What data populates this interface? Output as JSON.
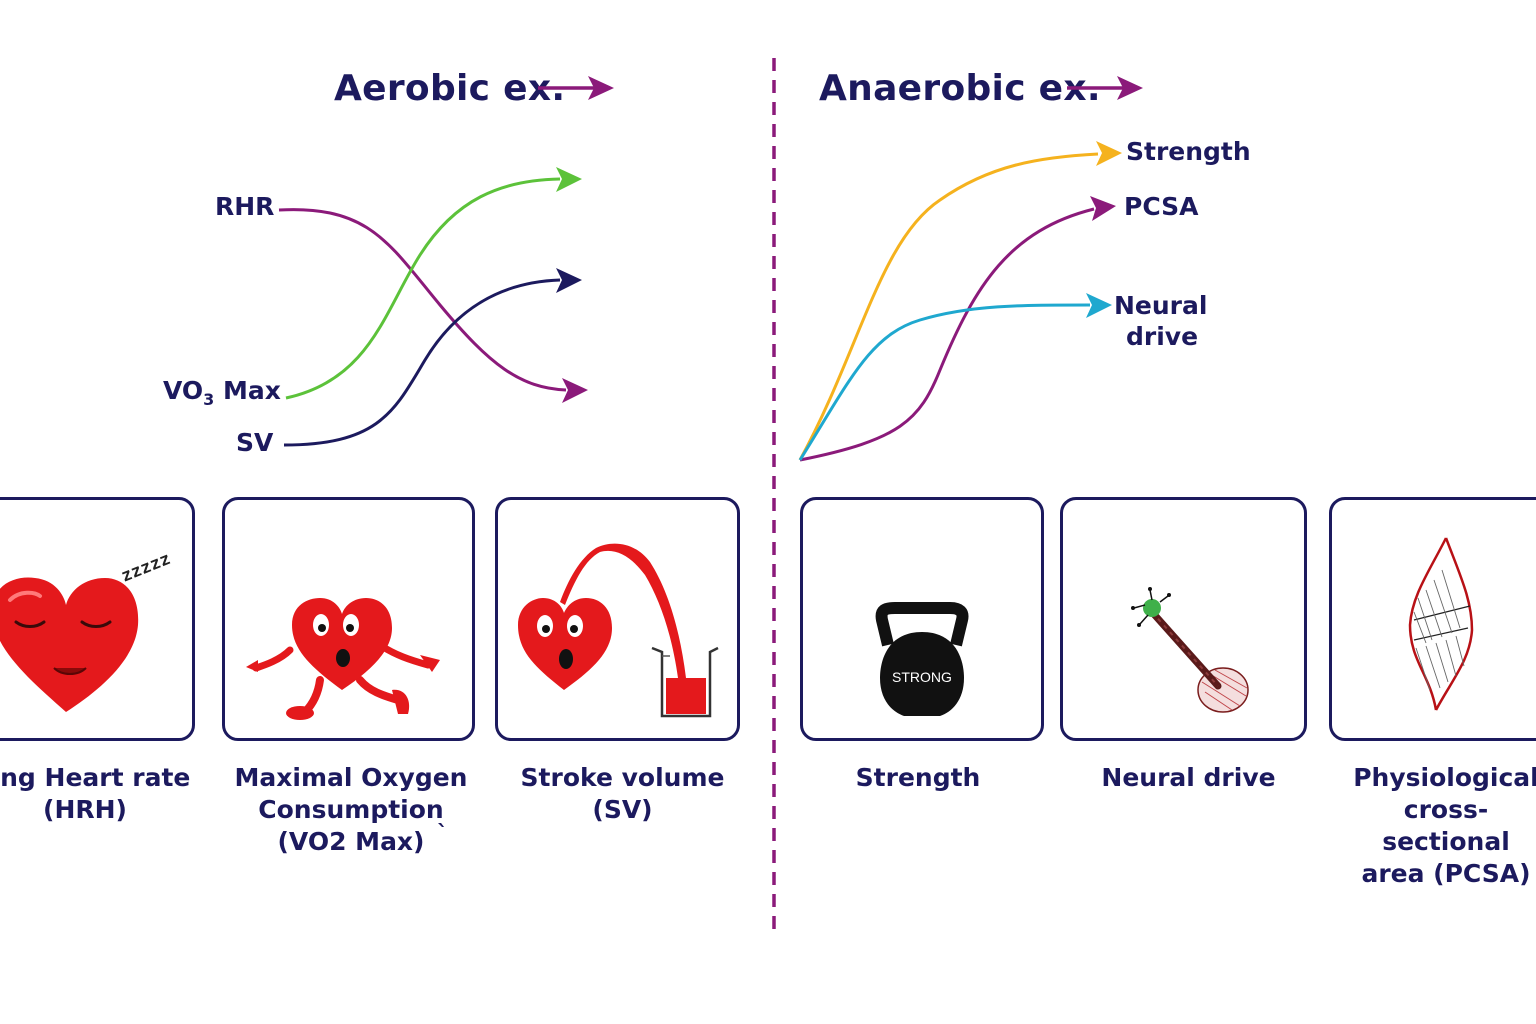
{
  "aerobic": {
    "heading": "Aerobic ex.",
    "curve_labels": {
      "rhr": "RHR",
      "vo2max": "VO",
      "vo2max_sub": "3",
      "vo2max_tail": " Max",
      "sv": "SV"
    },
    "cards": [
      {
        "caption": "ting Heart rate\n(HRH)"
      },
      {
        "caption": "Maximal Oxygen\nConsumption\n(VO2 Max)",
        "stray_mark": "`"
      },
      {
        "caption": "Stroke volume\n(SV)"
      }
    ]
  },
  "anaerobic": {
    "heading": "Anaerobic ex.",
    "curve_labels": {
      "strength": "Strength",
      "pcsa": "PCSA",
      "neural_1": "Neural",
      "neural_2": "drive"
    },
    "cards": [
      {
        "caption": "Strength",
        "kettlebell_text": "STRONG"
      },
      {
        "caption": "Neural drive"
      },
      {
        "caption": "Physiological\ncross-sectional\narea (PCSA)"
      }
    ]
  },
  "heart_zzz": "zzzzz",
  "colors": {
    "navy": "#1c1a5e",
    "purple": "#8b1a7a",
    "green": "#5cc23a",
    "orange": "#f5b21e",
    "cyan": "#1fa8cf",
    "heart_red": "#e4191c",
    "dark_red": "#b81116"
  }
}
